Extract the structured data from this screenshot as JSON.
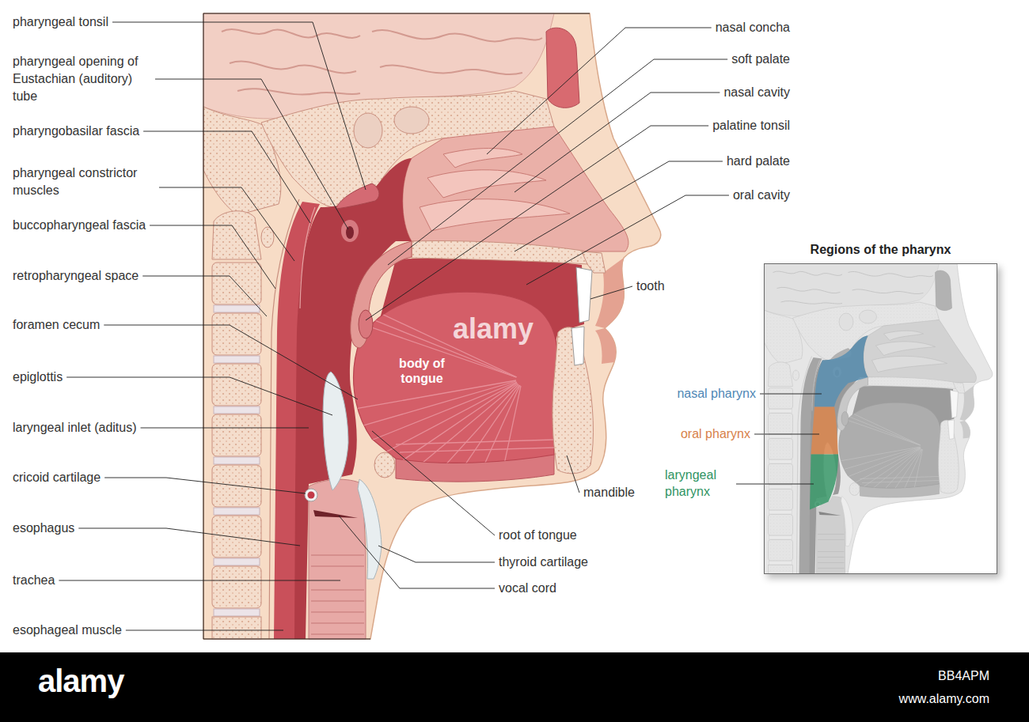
{
  "diagram": {
    "nodes": [
      {
        "text": [
          "Regions of the pharynx"
        ]
      }
    ],
    "labels": [
      "pharyngeal tonsil",
      "pharyngeal opening of Eustachian (auditory) tube",
      "pharyngobasilar fascia",
      "pharyngeal constrictor muscles",
      "buccopharyngeal fascia",
      "retropharyngeal space",
      "foramen cecum",
      "epiglottis",
      "laryngeal inlet (aditus)",
      "cricoid cartilage",
      "esophagus",
      "trachea",
      "esophageal muscle",
      "nasal concha",
      "soft palate",
      "nasal cavity",
      "palatine tonsil",
      "hard palate",
      "oral cavity",
      "tooth",
      "mandible",
      "root of tongue",
      "thyroid cartilage",
      "vocal cord",
      "body of tongue",
      "nasal pharynx",
      "oral pharynx",
      "laryngeal pharynx",
      "alamy",
      "alamy",
      "BB4APM",
      "www.alamy.com"
    ]
  }
}
